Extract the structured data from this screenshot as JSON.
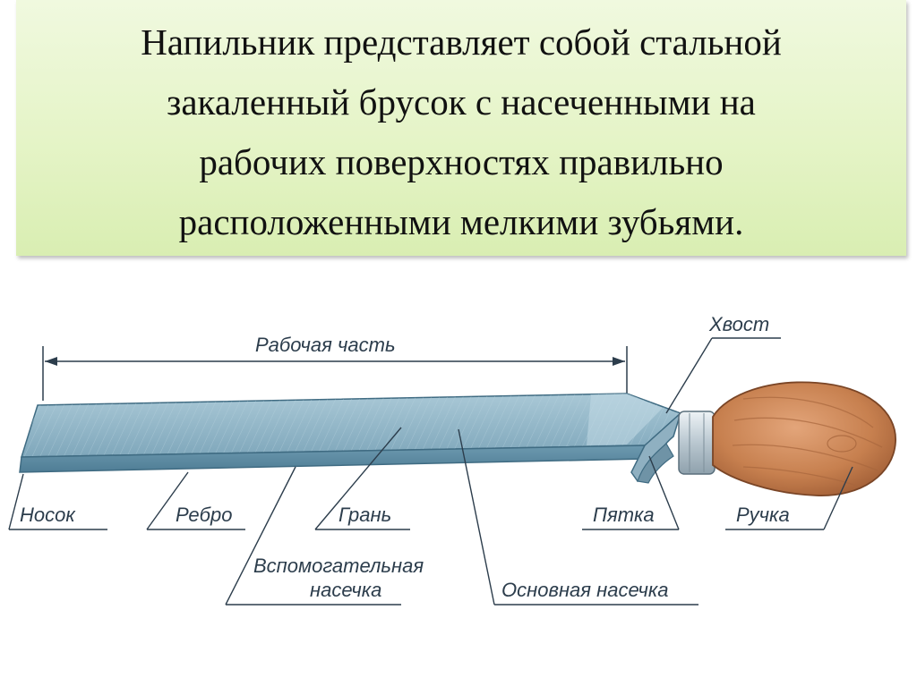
{
  "slide": {
    "title_lines": [
      "Напильник представляет собой стальной",
      "закаленный брусок с насеченными на",
      "рабочих поверхностях правильно",
      "расположенными мелкими зубьями."
    ]
  },
  "diagram": {
    "labels": {
      "working_part": "Рабочая часть",
      "tail": "Хвост",
      "nose": "Носок",
      "edge": "Ребро",
      "face": "Грань",
      "heel": "Пятка",
      "handle": "Ручка",
      "aux_cut_line1": "Вспомогательная",
      "aux_cut_line2": "насечка",
      "main_cut": "Основная насечка"
    },
    "colors": {
      "blade_top": "#8fb4c6",
      "blade_side": "#5f8ea6",
      "handle": "#c9855a",
      "ferrule": "#c8d3da",
      "leader": "#2c3d4c"
    }
  }
}
